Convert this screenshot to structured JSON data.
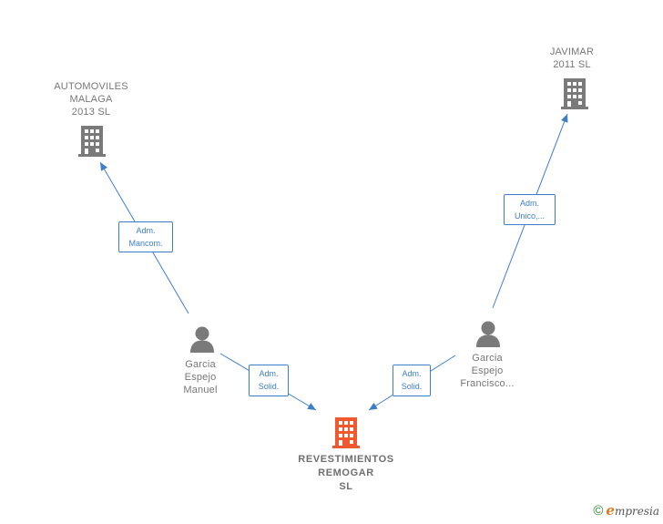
{
  "nodes": {
    "automoviles": {
      "label": "AUTOMOVILES\nMALAGA\n2013  SL",
      "color": "#7a7a7a",
      "icon": "building-icon"
    },
    "javimar": {
      "label": "JAVIMAR\n2011 SL",
      "color": "#7a7a7a",
      "icon": "building-icon"
    },
    "manuel": {
      "label": "Garcia\nEspejo\nManuel",
      "color": "#7a7a7a",
      "icon": "person-icon"
    },
    "francisco": {
      "label": "Garcia\nEspejo\nFrancisco...",
      "color": "#7a7a7a",
      "icon": "person-icon"
    },
    "revestimientos": {
      "label": "REVESTIMIENTOS\nREMOGAR\nSL",
      "color": "#f0592e",
      "icon": "building-icon"
    }
  },
  "edges": {
    "manuel_automoviles": "Adm.\nMancom.",
    "francisco_javimar": "Adm.\nUnico,...",
    "manuel_revestimientos": "Adm.\nSolid.",
    "francisco_revestimientos": "Adm.\nSolid."
  },
  "edge_color": "#3d7ecb",
  "footer": {
    "copyright_symbol": "©",
    "brand_initial": "e",
    "brand_rest": "mpresia"
  }
}
